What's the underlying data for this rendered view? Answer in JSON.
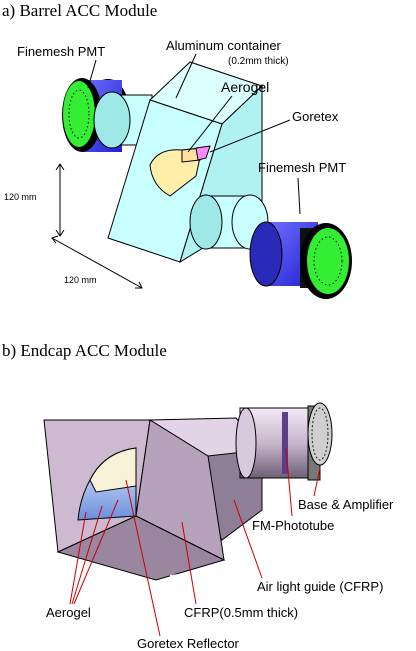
{
  "barrel": {
    "heading": "a) Barrel ACC Module",
    "finemesh_pmt_left": "Finemesh PMT",
    "aluminum_container": "Aluminum container",
    "aluminum_thickness": "(0.2mm thick)",
    "aerogel": "Aerogel",
    "goretex": "Goretex",
    "finemesh_pmt_right": "Finemesh PMT",
    "dim_vertical": "120 mm",
    "dim_horizontal": "120 mm"
  },
  "endcap": {
    "heading": "b) Endcap ACC Module",
    "base_amplifier": "Base & Amplifier",
    "fm_phototube": "FM-Phototube",
    "air_light_guide": "Air light guide (CFRP)",
    "aerogel": "Aerogel",
    "cfrp": "CFRP(0.5mm thick)",
    "goretex_reflector": "Goretex Reflector"
  },
  "colors": {
    "cube_face": "#c8ffff",
    "pmt_blue": "#4040ff",
    "pmt_green": "#33ee33",
    "aerogel_fill": "#ffeeaa",
    "goretex_fill": "#ff88ff",
    "box_purple": "#c9b2cf",
    "leader_red": "#cc0000"
  }
}
